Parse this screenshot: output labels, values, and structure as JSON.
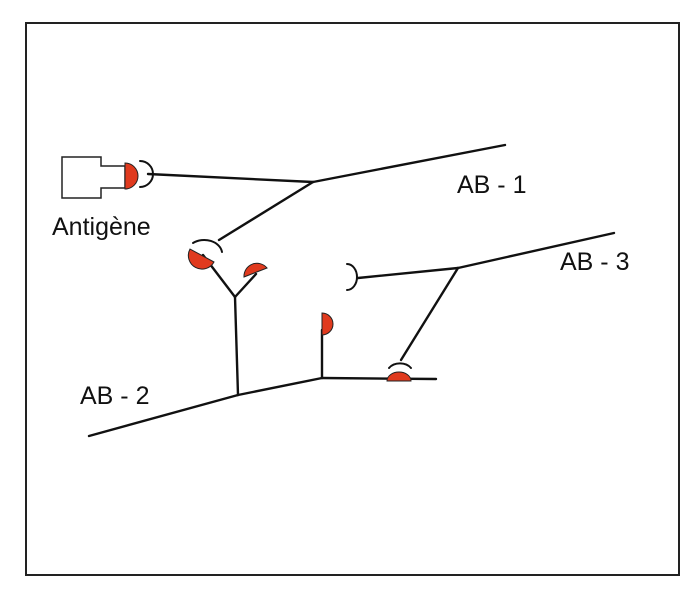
{
  "labels": {
    "antigen": "Antigène",
    "ab1": "AB - 1",
    "ab2": "AB - 2",
    "ab3": "AB - 3"
  },
  "colors": {
    "epitope": "#e03a1e",
    "line": "#111111",
    "frame": "#222222",
    "background": "#ffffff"
  }
}
